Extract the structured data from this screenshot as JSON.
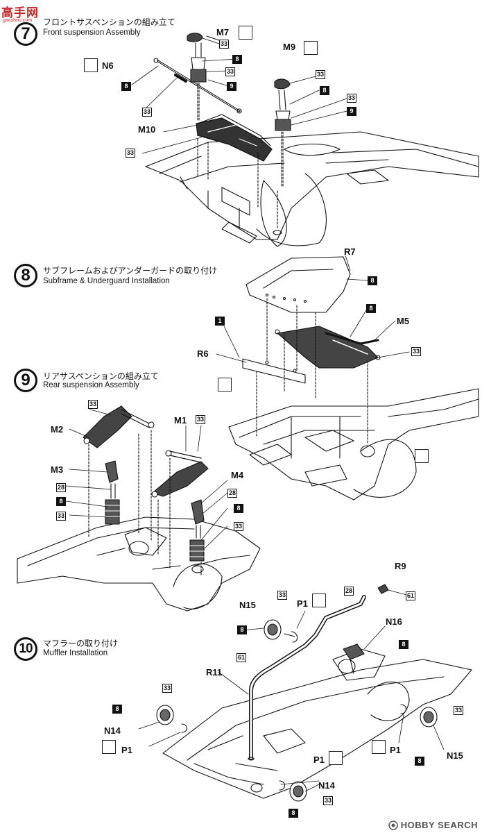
{
  "logo": {
    "text": "高手网",
    "sub": "gaoshou.com"
  },
  "watermark": {
    "text": "HOBBY SEARCH"
  },
  "steps": [
    {
      "number": "7",
      "title_jp": "フロントサスペンションの組み立て",
      "title_en": "Front suspension Assembly"
    },
    {
      "number": "8",
      "title_jp": "サブフレームおよびアンダーガードの取り付け",
      "title_en": "Subframe & Underguard Installation"
    },
    {
      "number": "9",
      "title_jp": "リアサスペンションの組み立て",
      "title_en": "Rear suspension Assembly"
    },
    {
      "number": "10",
      "title_jp": "マフラーの取り付け",
      "title_en": "Muffler Installation"
    }
  ],
  "part_labels": {
    "m7": "M7",
    "n6": "N6",
    "m9": "M9",
    "m10": "M10",
    "r7": "R7",
    "m5": "M5",
    "r6": "R6",
    "m2": "M2",
    "m1": "M1",
    "m3": "M3",
    "m4": "M4",
    "r9": "R9",
    "n15a": "N15",
    "p1a": "P1",
    "n16": "N16",
    "r11": "R11",
    "n14a": "N14",
    "p1b": "P1",
    "p1c": "P1",
    "p1d": "P1",
    "n14b": "N14",
    "n15b": "N15"
  },
  "color_codes": {
    "c33": "33",
    "c8": "8",
    "c9": "9",
    "c28": "28",
    "c61": "61",
    "c1": "1"
  },
  "colors": {
    "line": "#111111",
    "logo_red": "#c4272a"
  }
}
